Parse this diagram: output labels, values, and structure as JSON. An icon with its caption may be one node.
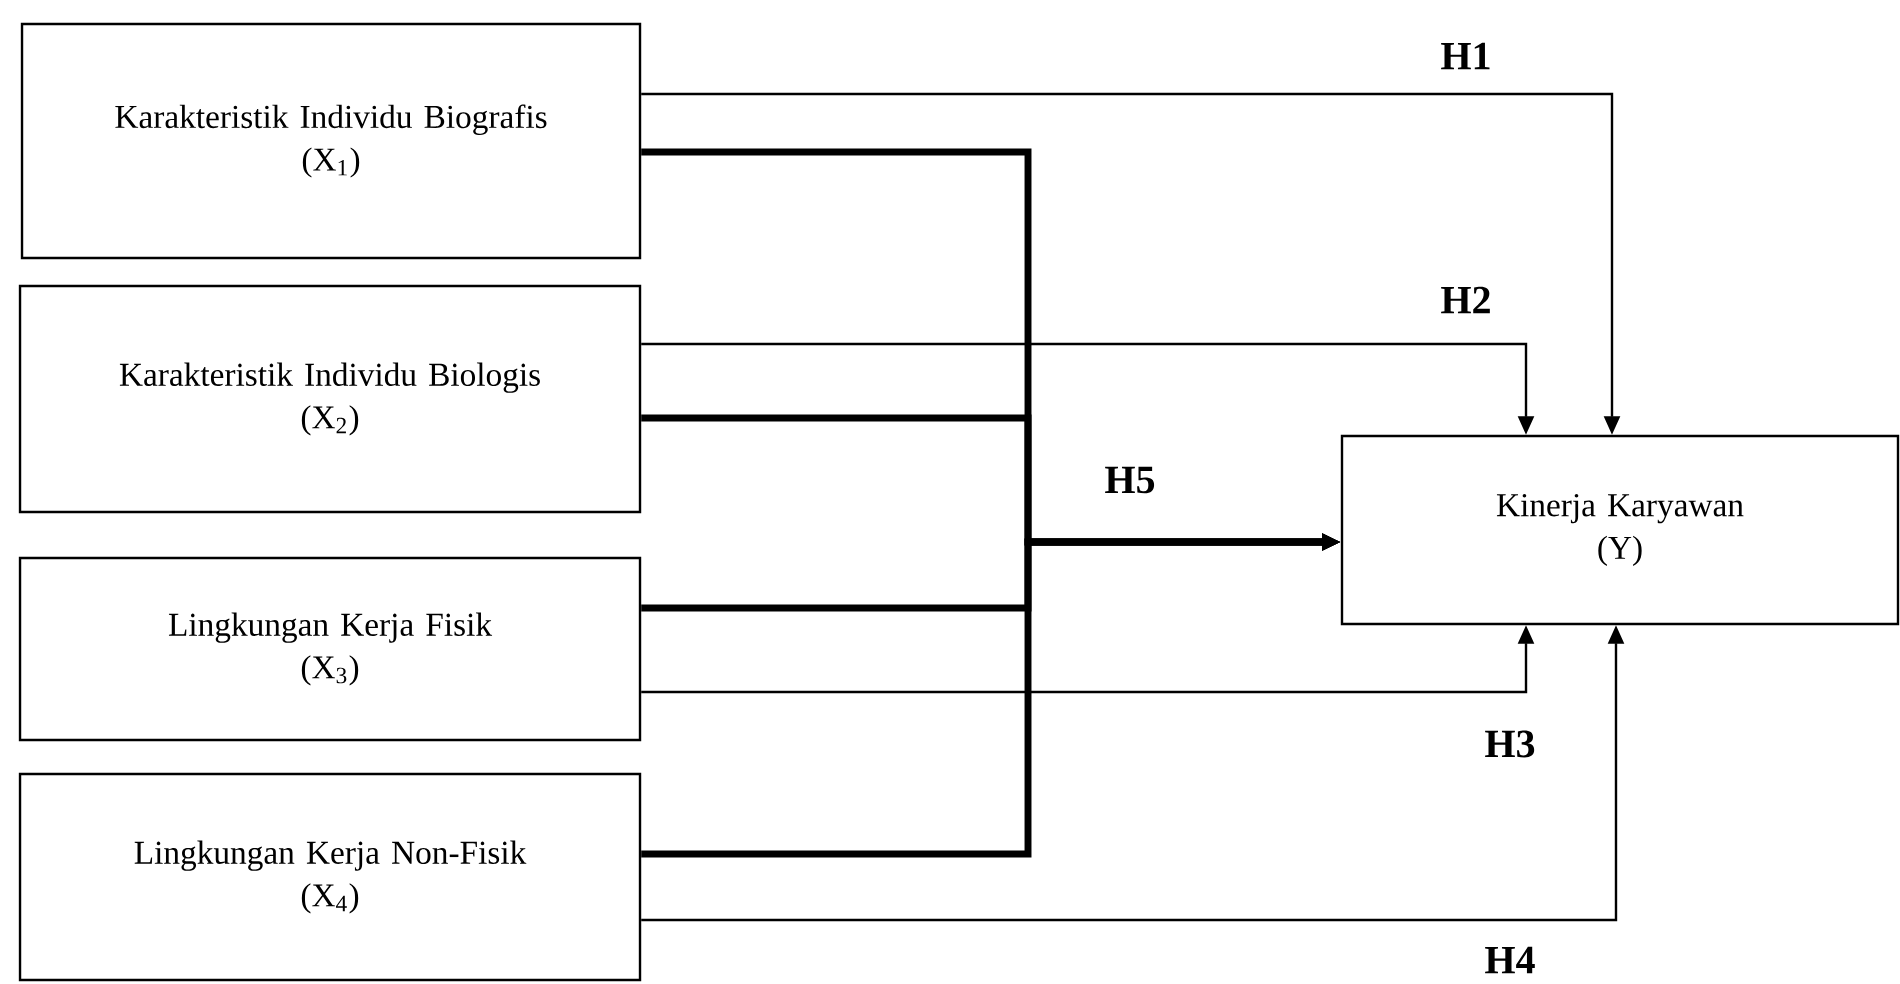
{
  "diagram": {
    "nodes": [
      {
        "text": [
          "Karakteristik Individu Biografis",
          "(X$_{1}$)"
        ]
      },
      {
        "text": [
          "Karakteristik Individu Biologis",
          "(X$_{2}$)"
        ]
      },
      {
        "text": [
          "Lingkungan Kerja Fisik",
          "(X$_{3}$)"
        ]
      },
      {
        "text": [
          "Lingkungan Kerja Non-Fisik",
          "(X$_{4}$)"
        ]
      },
      {
        "text": [
          "Kinerja Karyawan",
          "(Y)"
        ]
      }
    ],
    "edges": [
      {
        "from": 0,
        "to": 4,
        "arrow": "to",
        "label": "H1"
      },
      {
        "from": 1,
        "to": 4,
        "arrow": "to",
        "label": "H2"
      },
      {
        "from": 2,
        "to": 4,
        "arrow": "to",
        "label": "H3"
      },
      {
        "from": 3,
        "to": 4,
        "arrow": "to",
        "label": "H4"
      },
      {
        "from": 0,
        "to": 4,
        "arrow": "to",
        "style": "thick",
        "label": "H5"
      },
      {
        "from": 1,
        "to": 4,
        "arrow": "to",
        "style": "thick"
      },
      {
        "from": 2,
        "to": 4,
        "arrow": "to",
        "style": "thick"
      },
      {
        "from": 3,
        "to": 4,
        "arrow": "to",
        "style": "thick"
      }
    ]
  }
}
